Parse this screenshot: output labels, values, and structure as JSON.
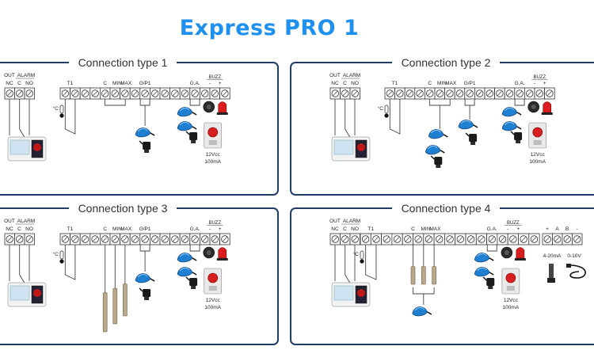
{
  "title": "Express PRO 1",
  "colors": {
    "title": "#1e90f0",
    "frame": "#1f3b66",
    "float_blue": "#1f7fd0",
    "buzzer_red": "#d81e1e",
    "wire": "#444444"
  },
  "output_block": {
    "heading_out": "OUT",
    "heading_alarm": "ALARM",
    "terminals": [
      "NC",
      "C",
      "NO"
    ]
  },
  "panels": [
    {
      "title": "Connection type 1",
      "labels": {
        "t1": "T1",
        "levels": [
          "C",
          "MIN",
          "MAX"
        ],
        "gp1": "G/P1",
        "ga": "G.A.",
        "buzz": "BUZZ",
        "buzz_minus": "-",
        "buzz_plus": "+",
        "temp": "°C",
        "volt": "12Vcc",
        "current": "100mA"
      }
    },
    {
      "title": "Connection type 2",
      "labels": {
        "t1": "T1",
        "levels": [
          "C",
          "MIN",
          "MAX"
        ],
        "gp1": "G/P1",
        "ga": "G.A.",
        "buzz": "BUZZ",
        "buzz_minus": "-",
        "buzz_plus": "+",
        "temp": "°C",
        "volt": "12Vcc",
        "current": "100mA"
      }
    },
    {
      "title": "Connection type 3",
      "labels": {
        "t1": "T1",
        "levels": [
          "C",
          "MIN",
          "MAX"
        ],
        "gp1": "G/P1",
        "ga": "G.A.",
        "buzz": "BUZZ",
        "buzz_minus": "-",
        "buzz_plus": "+",
        "temp": "°C",
        "volt": "12Vcc",
        "current": "100mA"
      }
    },
    {
      "title": "Connection type 4",
      "labels": {
        "t1": "T1",
        "levels": [
          "C",
          "MIN",
          "MAX"
        ],
        "ga": "G.A.",
        "buzz": "BUZZ",
        "buzz_minus": "-",
        "buzz_plus": "+",
        "temp": "°C",
        "volt": "12Vcc",
        "current": "100mA"
      },
      "analog_block": {
        "terminals": [
          "+",
          "A",
          "B",
          "-"
        ],
        "label_current": "4-20mA",
        "label_voltage": "0-10V"
      }
    }
  ]
}
